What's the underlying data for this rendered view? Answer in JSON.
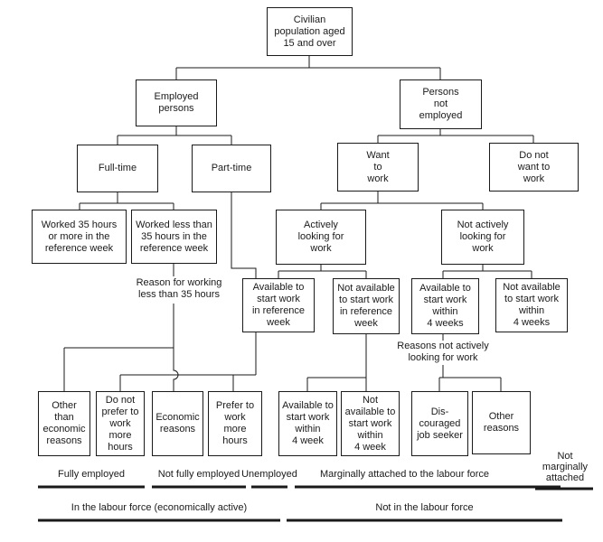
{
  "boxes": {
    "civilian": "Civilian\npopulation aged\n15 and over",
    "employed": "Employed\npersons",
    "persons_not_employed": "Persons\nnot\nemployed",
    "full_time": "Full-time",
    "part_time": "Part-time",
    "want_to_work": "Want\nto\nwork",
    "do_not_want_to_work": "Do not\nwant to\nwork",
    "worked_35_plus": "Worked 35 hours\nor more in the\nreference week",
    "worked_less_35": "Worked less than\n35 hours in the\nreference week",
    "actively_looking": "Actively\nlooking for\nwork",
    "not_actively_looking": "Not actively\nlooking for\nwork",
    "avail_ref_week": "Available to\nstart work\nin reference\nweek",
    "not_avail_ref_week": "Not available\nto start work\nin reference\nweek",
    "avail_4_weeks": "Available to\nstart work\nwithin\n4 weeks",
    "not_avail_4_weeks": "Not available\nto start work\nwithin\n4 weeks",
    "other_than_economic": "Other\nthan\neconomic\nreasons",
    "do_not_prefer_more_hours": "Do not\nprefer to\nwork\nmore\nhours",
    "economic_reasons": "Economic\nreasons",
    "prefer_more_hours": "Prefer to\nwork\nmore\nhours",
    "avail_4_week": "Available to\nstart work\nwithin\n4 week",
    "not_avail_4_week": "Not\navailable to\nstart work\nwithin\n4 week",
    "discouraged_job_seeker": "Dis-\ncouraged\njob seeker",
    "other_reasons": "Other\nreasons"
  },
  "annotations": {
    "reason_working_less": "Reason for working\nless than 35 hours",
    "reasons_not_actively": "Reasons not actively\nlooking for work"
  },
  "footer": {
    "fully_employed": "Fully employed",
    "not_fully_employed": "Not fully employed",
    "unemployed": "Unemployed",
    "marginally_attached": "Marginally attached to the labour force",
    "not_marginally_attached": "Not\nmarginally\nattached",
    "in_labour_force": "In the labour force (economically active)",
    "not_in_labour_force": "Not in the labour force"
  },
  "colors": {
    "line": "#1a1a1a",
    "background": "#ffffff",
    "text": "#1a1a1a"
  }
}
